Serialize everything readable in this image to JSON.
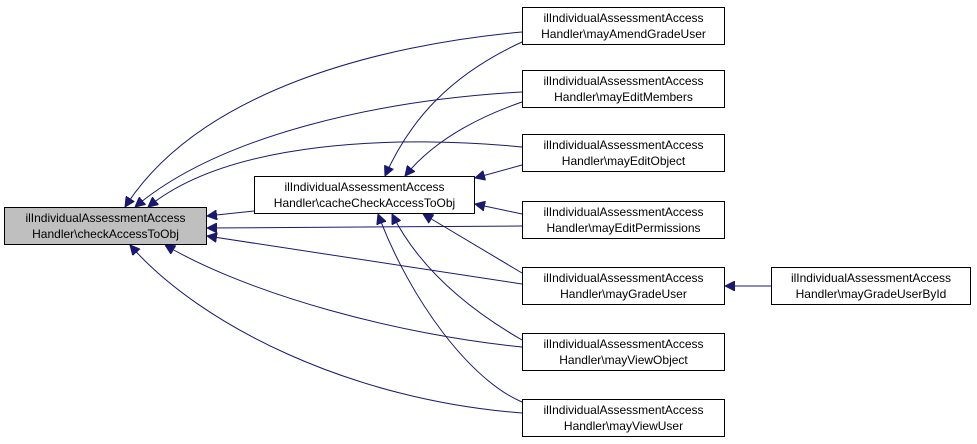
{
  "colors": {
    "edge": "#191970",
    "node_border": "#000000",
    "node_fill": "#ffffff",
    "focus_fill": "#bfbfbf"
  },
  "nodes": {
    "check": {
      "line1": "ilIndividualAssessmentAccess",
      "line2": "Handler\\checkAccessToObj"
    },
    "cache": {
      "line1": "ilIndividualAssessmentAccess",
      "line2": "Handler\\cacheCheckAccessToObj"
    },
    "amend": {
      "line1": "ilIndividualAssessmentAccess",
      "line2": "Handler\\mayAmendGradeUser"
    },
    "members": {
      "line1": "ilIndividualAssessmentAccess",
      "line2": "Handler\\mayEditMembers"
    },
    "object": {
      "line1": "ilIndividualAssessmentAccess",
      "line2": "Handler\\mayEditObject"
    },
    "perms": {
      "line1": "ilIndividualAssessmentAccess",
      "line2": "Handler\\mayEditPermissions"
    },
    "grade": {
      "line1": "ilIndividualAssessmentAccess",
      "line2": "Handler\\mayGradeUser"
    },
    "viewobj": {
      "line1": "ilIndividualAssessmentAccess",
      "line2": "Handler\\mayViewObject"
    },
    "viewuser": {
      "line1": "ilIndividualAssessmentAccess",
      "line2": "Handler\\mayViewUser"
    },
    "gradebyid": {
      "line1": "ilIndividualAssessmentAccess",
      "line2": "Handler\\mayGradeUserById"
    }
  }
}
